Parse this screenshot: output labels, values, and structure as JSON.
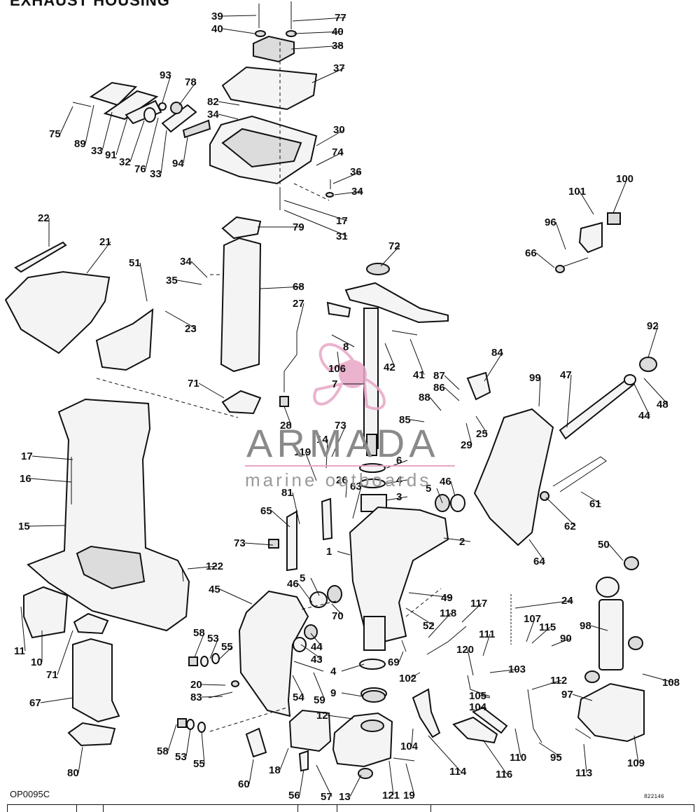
{
  "header": {
    "title": "EXHAUST HOUSING"
  },
  "figure_code": "OP0095C",
  "ref_number": "822146",
  "watermark": {
    "brand": "ARMADA",
    "subtitle": "marine outboards",
    "accent_color": "#e8a6c6"
  },
  "labels": [
    {
      "text": "39"
    },
    {
      "text": "77"
    },
    {
      "text": "40"
    },
    {
      "text": "40"
    },
    {
      "text": "38"
    },
    {
      "text": "37"
    },
    {
      "text": "93"
    },
    {
      "text": "78"
    },
    {
      "text": "82"
    },
    {
      "text": "34"
    },
    {
      "text": "30"
    },
    {
      "text": "75"
    },
    {
      "text": "89"
    },
    {
      "text": "33"
    },
    {
      "text": "91"
    },
    {
      "text": "32"
    },
    {
      "text": "76"
    },
    {
      "text": "33"
    },
    {
      "text": "94"
    },
    {
      "text": "74"
    },
    {
      "text": "36"
    },
    {
      "text": "34"
    },
    {
      "text": "17"
    },
    {
      "text": "31"
    },
    {
      "text": "100"
    },
    {
      "text": "101"
    },
    {
      "text": "96"
    },
    {
      "text": "66"
    },
    {
      "text": "22"
    },
    {
      "text": "21"
    },
    {
      "text": "51"
    },
    {
      "text": "79"
    },
    {
      "text": "72"
    },
    {
      "text": "34"
    },
    {
      "text": "35"
    },
    {
      "text": "68"
    },
    {
      "text": "27"
    },
    {
      "text": "23"
    },
    {
      "text": "8"
    },
    {
      "text": "106"
    },
    {
      "text": "42"
    },
    {
      "text": "41"
    },
    {
      "text": "7"
    },
    {
      "text": "84"
    },
    {
      "text": "92"
    },
    {
      "text": "87"
    },
    {
      "text": "86"
    },
    {
      "text": "99"
    },
    {
      "text": "47"
    },
    {
      "text": "71"
    },
    {
      "text": "28"
    },
    {
      "text": "88"
    },
    {
      "text": "44"
    },
    {
      "text": "48"
    },
    {
      "text": "73"
    },
    {
      "text": "85"
    },
    {
      "text": "29"
    },
    {
      "text": "25"
    },
    {
      "text": "14"
    },
    {
      "text": "17"
    },
    {
      "text": "119"
    },
    {
      "text": "6"
    },
    {
      "text": "16"
    },
    {
      "text": "26"
    },
    {
      "text": "4"
    },
    {
      "text": "46"
    },
    {
      "text": "63"
    },
    {
      "text": "5"
    },
    {
      "text": "61"
    },
    {
      "text": "3"
    },
    {
      "text": "81"
    },
    {
      "text": "15"
    },
    {
      "text": "65"
    },
    {
      "text": "62"
    },
    {
      "text": "2"
    },
    {
      "text": "73"
    },
    {
      "text": "1"
    },
    {
      "text": "64"
    },
    {
      "text": "50"
    },
    {
      "text": "122"
    },
    {
      "text": "45"
    },
    {
      "text": "5"
    },
    {
      "text": "46"
    },
    {
      "text": "49"
    },
    {
      "text": "24"
    },
    {
      "text": "117"
    },
    {
      "text": "11"
    },
    {
      "text": "70"
    },
    {
      "text": "52"
    },
    {
      "text": "118"
    },
    {
      "text": "10"
    },
    {
      "text": "71"
    },
    {
      "text": "58"
    },
    {
      "text": "53"
    },
    {
      "text": "55"
    },
    {
      "text": "44"
    },
    {
      "text": "107"
    },
    {
      "text": "98"
    },
    {
      "text": "115"
    },
    {
      "text": "111"
    },
    {
      "text": "90"
    },
    {
      "text": "43"
    },
    {
      "text": "69"
    },
    {
      "text": "120"
    },
    {
      "text": "102"
    },
    {
      "text": "103"
    },
    {
      "text": "4"
    },
    {
      "text": "20"
    },
    {
      "text": "59"
    },
    {
      "text": "108"
    },
    {
      "text": "112"
    },
    {
      "text": "67"
    },
    {
      "text": "83"
    },
    {
      "text": "54"
    },
    {
      "text": "9"
    },
    {
      "text": "105"
    },
    {
      "text": "97"
    },
    {
      "text": "104"
    },
    {
      "text": "12"
    },
    {
      "text": "58"
    },
    {
      "text": "53"
    },
    {
      "text": "55"
    },
    {
      "text": "104"
    },
    {
      "text": "110"
    },
    {
      "text": "95"
    },
    {
      "text": "113"
    },
    {
      "text": "109"
    },
    {
      "text": "80"
    },
    {
      "text": "60"
    },
    {
      "text": "18"
    },
    {
      "text": "114"
    },
    {
      "text": "116"
    },
    {
      "text": "56"
    },
    {
      "text": "57"
    },
    {
      "text": "13"
    },
    {
      "text": "121"
    },
    {
      "text": "19"
    }
  ]
}
